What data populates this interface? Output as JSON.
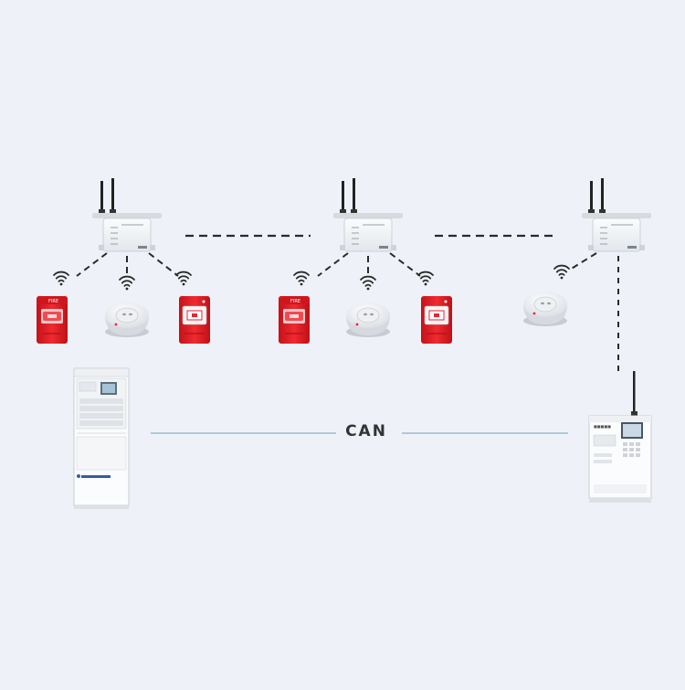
{
  "bus_label": "CAN",
  "colors": {
    "background": "#eef2f8",
    "device_red": "#e8232b",
    "device_white": "#f7f8fa",
    "dash": "#2a2a2a",
    "bus_line": "#8fb0c8"
  },
  "groups": [
    {
      "gateway": "wireless-gateway",
      "devices": [
        "sounder-strobe",
        "smoke-detector",
        "manual-call-point"
      ]
    },
    {
      "gateway": "wireless-gateway",
      "devices": [
        "sounder-strobe",
        "smoke-detector",
        "manual-call-point"
      ]
    },
    {
      "gateway": "wireless-gateway",
      "devices": [
        "smoke-detector"
      ]
    }
  ],
  "panels": [
    "fire-alarm-control-panel",
    "wireless-fire-alarm-controller"
  ]
}
